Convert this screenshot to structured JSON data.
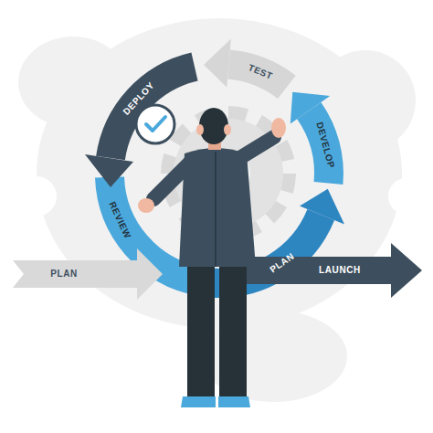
{
  "diagram": {
    "labels": [
      "TEST",
      "DEPLOY",
      "DEVELOP",
      "REVIEW",
      "PLAN",
      "PLAN",
      "LAUNCH"
    ]
  }
}
